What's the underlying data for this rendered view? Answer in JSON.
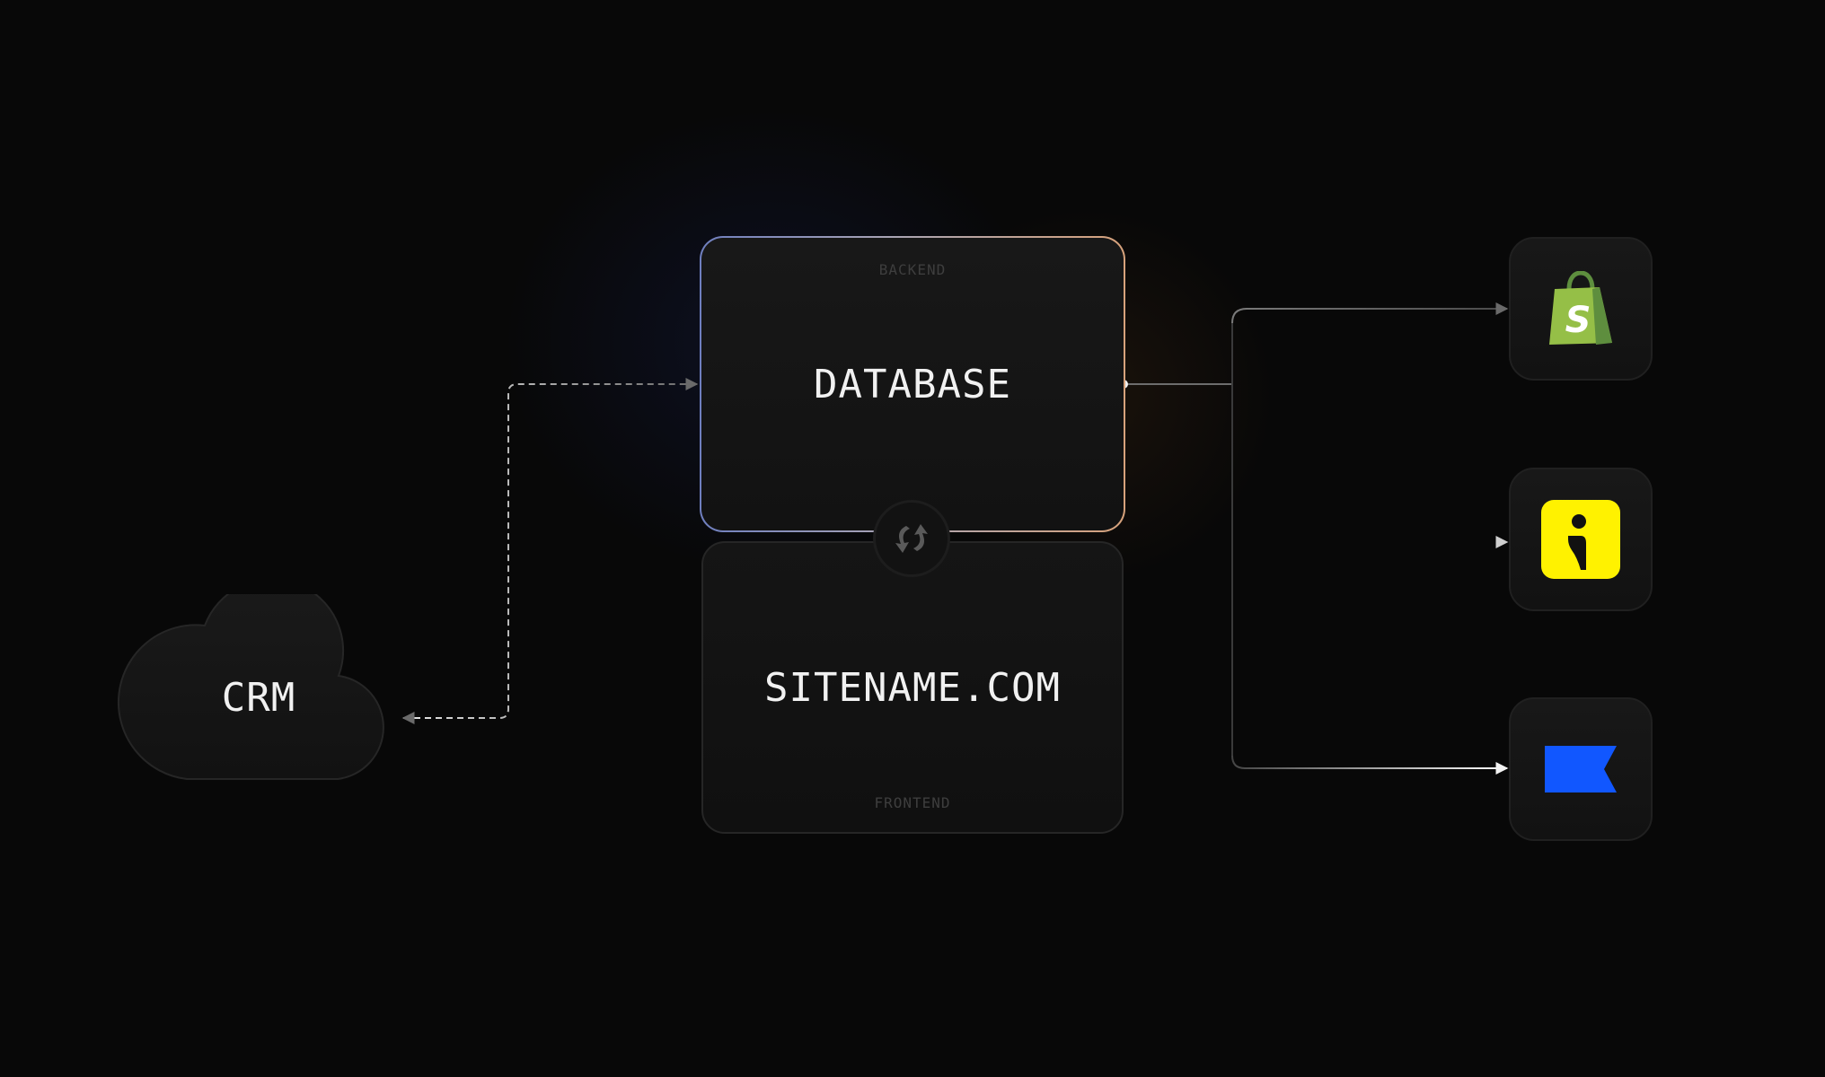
{
  "diagram": {
    "backend_card": {
      "tag": "BACKEND",
      "title": "DATABASE"
    },
    "frontend_card": {
      "tag": "FRONTEND",
      "title": "SITENAME.COM"
    },
    "crm": {
      "title": "CRM"
    },
    "apps": [
      {
        "icon": "shopping-bag-logo-icon",
        "color": "#95BF47"
      },
      {
        "icon": "yellow-i-logo-icon",
        "color": "#FFF200"
      },
      {
        "icon": "blue-flag-logo-icon",
        "color": "#1157FF"
      }
    ],
    "colors": {
      "background": "#080808",
      "card": "#151515",
      "text": "#F1F1F1",
      "muted_text": "#3E3E3E",
      "border_blue": "#6F7FBF",
      "border_orange": "#D7A27B"
    }
  }
}
